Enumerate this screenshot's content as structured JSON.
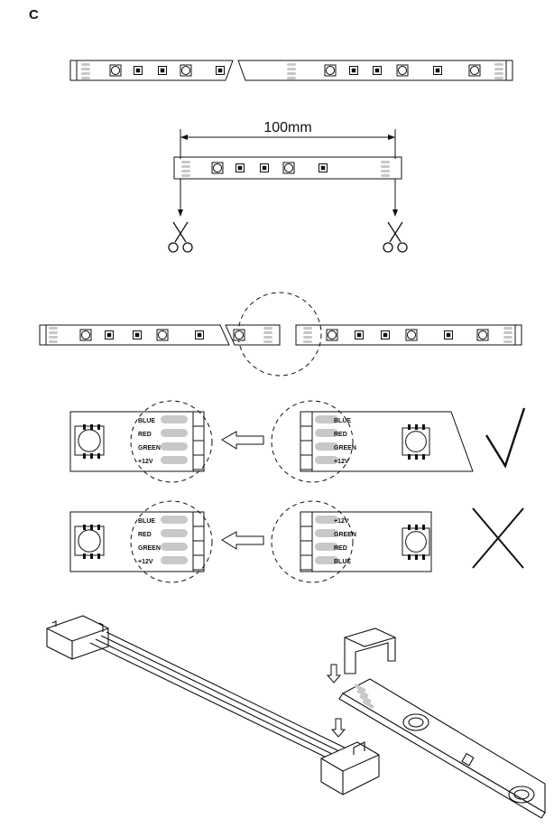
{
  "figure": {
    "label": "C"
  },
  "cut_diagram": {
    "dimension": "100mm"
  },
  "pin_labels": [
    "BLUE",
    "RED",
    "GREEN",
    "+12V"
  ],
  "pin_labels_reversed": [
    "+12V",
    "GREEN",
    "RED",
    "BLUE"
  ],
  "verdict": {
    "correct": "check-mark",
    "wrong": "cross-mark"
  },
  "colors": {
    "line": "#111111",
    "pad": "#c8c8c8",
    "paper": "#ffffff"
  },
  "icons": [
    "scissors-icon",
    "arrow-left-icon",
    "arrow-down-icon",
    "check-icon",
    "cross-icon",
    "connector-icon"
  ]
}
